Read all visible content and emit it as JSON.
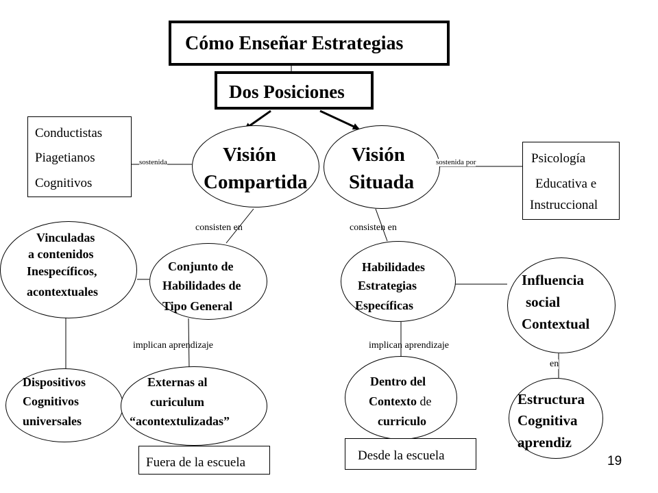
{
  "title": "Cómo Enseñar  Estrategias",
  "subtitle": "Dos Posiciones",
  "left_box": [
    "Conductistas",
    "Piagetianos",
    "Cognitivos"
  ],
  "right_box": [
    "Psicología",
    "Educativa e",
    "Instruccional"
  ],
  "vision_compartida": [
    "Visión",
    "Compartida"
  ],
  "vision_situada": [
    "Visión",
    "Situada"
  ],
  "edges": {
    "sostenida": "sostenida",
    "sostenida_por": "sostenida por",
    "consisten_left": "consisten en",
    "consisten_right": "consisten en",
    "implican_left": "implican aprendizaje",
    "implican_right": "implican aprendizaje",
    "en": "en"
  },
  "vinculadas": [
    "Vinculadas",
    "a contenidos",
    "Inespecíficos,",
    "acontextuales"
  ],
  "conjunto": [
    "Conjunto de",
    "Habilidades de",
    "Tipo General"
  ],
  "habilidades": [
    "Habilidades",
    "Estrategias",
    "Específicas"
  ],
  "influencia": [
    "Influencia",
    "social",
    "Contextual"
  ],
  "dispositivos": [
    "Dispositivos",
    "Cognitivos",
    "universales"
  ],
  "externas": [
    "Externas al",
    "curiculum",
    "“acontextulizadas”"
  ],
  "dentro": {
    "line1": "Dentro del",
    "line2a": "Contexto",
    "line2b": "de",
    "line3": "curriculo"
  },
  "estructura": [
    "Estructura",
    "Cognitiva",
    "aprendiz"
  ],
  "fuera": "Fuera de la escuela",
  "desde": "Desde la escuela",
  "page_number": "19"
}
